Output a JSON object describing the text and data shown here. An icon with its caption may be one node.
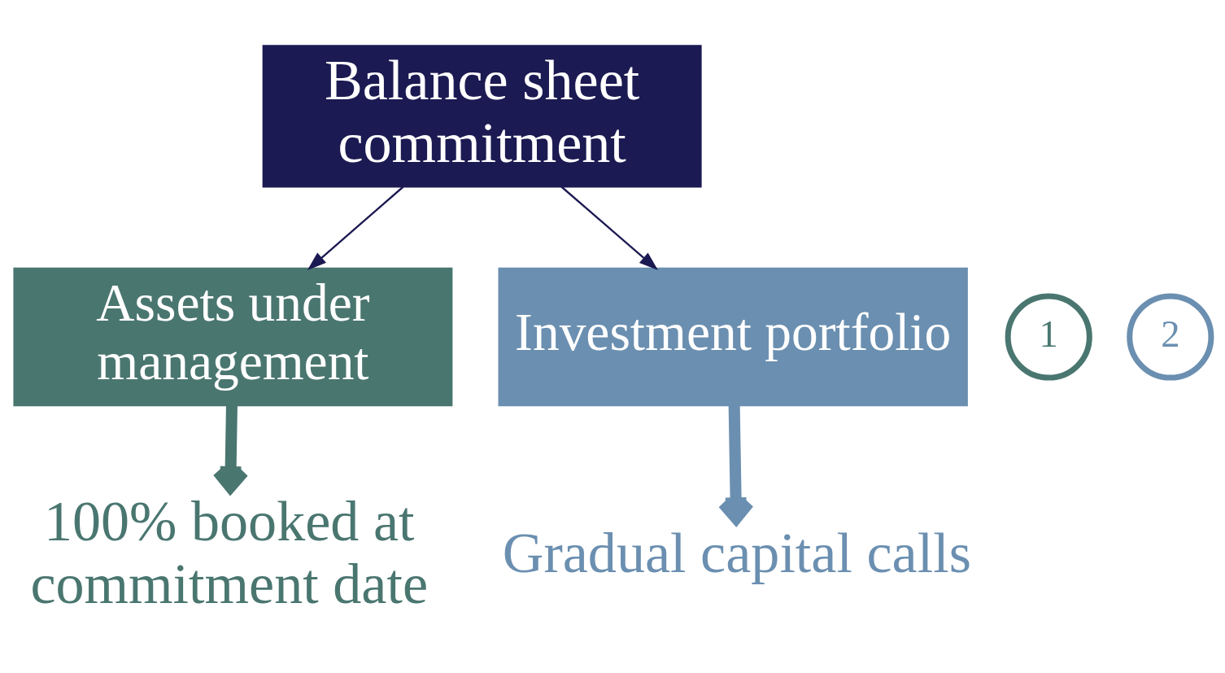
{
  "diagram": {
    "nodes": [
      {
        "text": [
          "Balance sheet commitment"
        ]
      },
      {
        "text": [
          "1"
        ]
      },
      {
        "text": [
          "Assets under management"
        ]
      },
      {
        "text": [
          "2"
        ]
      },
      {
        "text": [
          "Investment portfolio"
        ]
      },
      {
        "text": [
          "100% booked at commitment date"
        ]
      },
      {
        "text": [
          "Gradual capital calls"
        ]
      }
    ],
    "edges": [
      {
        "from": 0,
        "to": 2,
        "arrow": "to"
      },
      {
        "from": 0,
        "to": 4,
        "arrow": "to"
      },
      {
        "from": 2,
        "to": 5,
        "arrow": "to",
        "style": "thick",
        "color": "#4a7670"
      },
      {
        "from": 4,
        "to": 6,
        "arrow": "to",
        "style": "thick",
        "color": "#6b8fb0"
      }
    ]
  }
}
